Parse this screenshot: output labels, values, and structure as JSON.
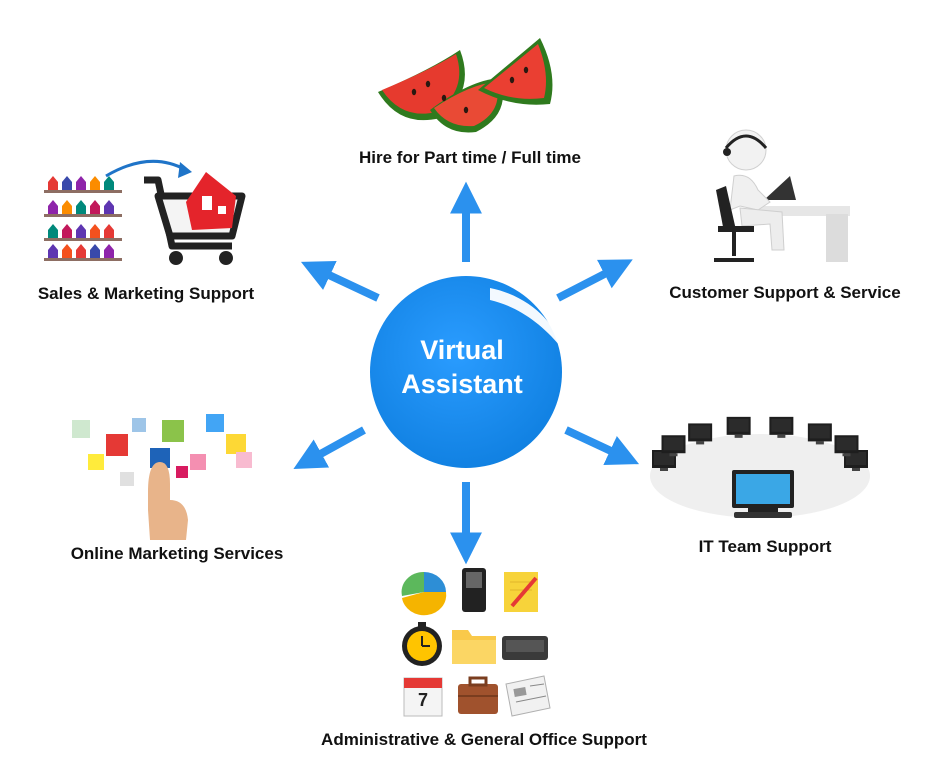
{
  "center": {
    "line1": "Virtual",
    "line2": "Assistant"
  },
  "nodes": {
    "top": "Hire for Part time / Full time",
    "upper_left": "Sales & Marketing Support",
    "upper_right": "Customer Support & Service",
    "lower_left": "Online Marketing Services",
    "lower_right": "IT Team Support",
    "bottom": "Administrative & General Office Support"
  },
  "icons": {
    "top": "watermelon-slices-icon",
    "upper_left": "shopping-cart-houses-icon",
    "upper_right": "headset-person-at-desk-icon",
    "lower_left": "touchscreen-apps-icon",
    "lower_right": "computer-network-ring-icon",
    "bottom": "office-tools-icons"
  },
  "calendar_number": "7",
  "colors": {
    "accent": "#1f8ef1",
    "arrow": "#2b91ee"
  }
}
